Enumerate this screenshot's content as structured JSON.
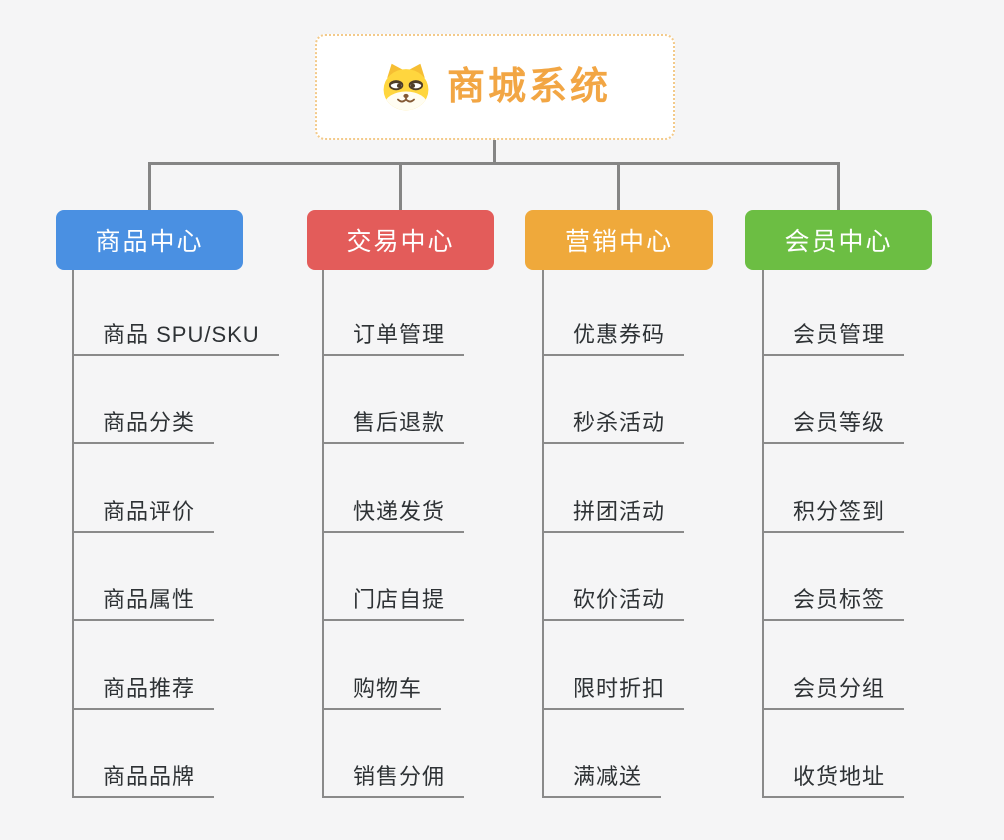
{
  "root": {
    "title": "商城系统",
    "icon": "dog-face"
  },
  "branches": [
    {
      "label": "商品中心",
      "color": "#4A90E2",
      "children": [
        "商品 SPU/SKU",
        "商品分类",
        "商品评价",
        "商品属性",
        "商品推荐",
        "商品品牌"
      ]
    },
    {
      "label": "交易中心",
      "color": "#E35C5A",
      "children": [
        "订单管理",
        "售后退款",
        "快递发货",
        "门店自提",
        "购物车",
        "销售分佣"
      ]
    },
    {
      "label": "营销中心",
      "color": "#EFA93B",
      "children": [
        "优惠券码",
        "秒杀活动",
        "拼团活动",
        "砍价活动",
        "限时折扣",
        "满减送"
      ]
    },
    {
      "label": "会员中心",
      "color": "#6CBE43",
      "children": [
        "会员管理",
        "会员等级",
        "积分签到",
        "会员标签",
        "会员分组",
        "收货地址"
      ]
    }
  ],
  "colors": {
    "background": "#F5F5F6",
    "connector": "#858585",
    "underline": "#8A8A8A",
    "root_text": "#F2A644",
    "root_border": "#F3CA8A",
    "sub_text": "#2E3235"
  }
}
